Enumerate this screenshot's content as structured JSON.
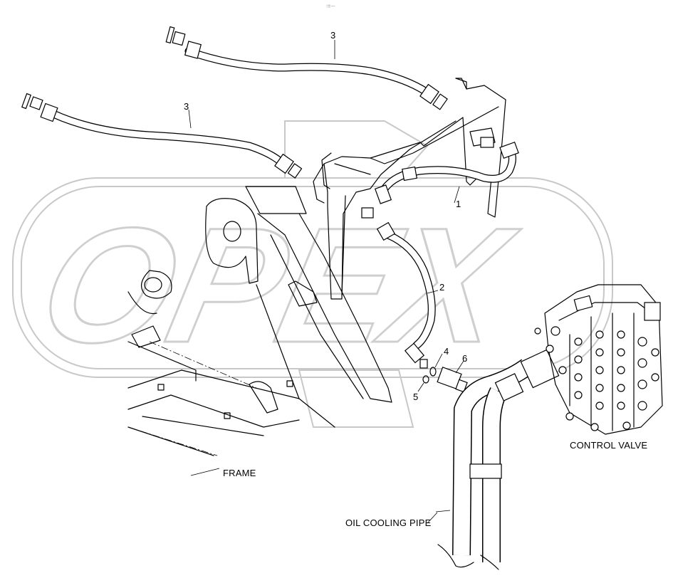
{
  "header_mark": "░▒ ──",
  "watermark": "OPEX",
  "callouts": [
    "1",
    "2",
    "3",
    "3",
    "4",
    "5",
    "6"
  ],
  "labels": {
    "frame": "FRAME",
    "control_valve": "CONTROL VALVE",
    "oil_cooling_pipe": "OIL COOLING PIPE"
  }
}
